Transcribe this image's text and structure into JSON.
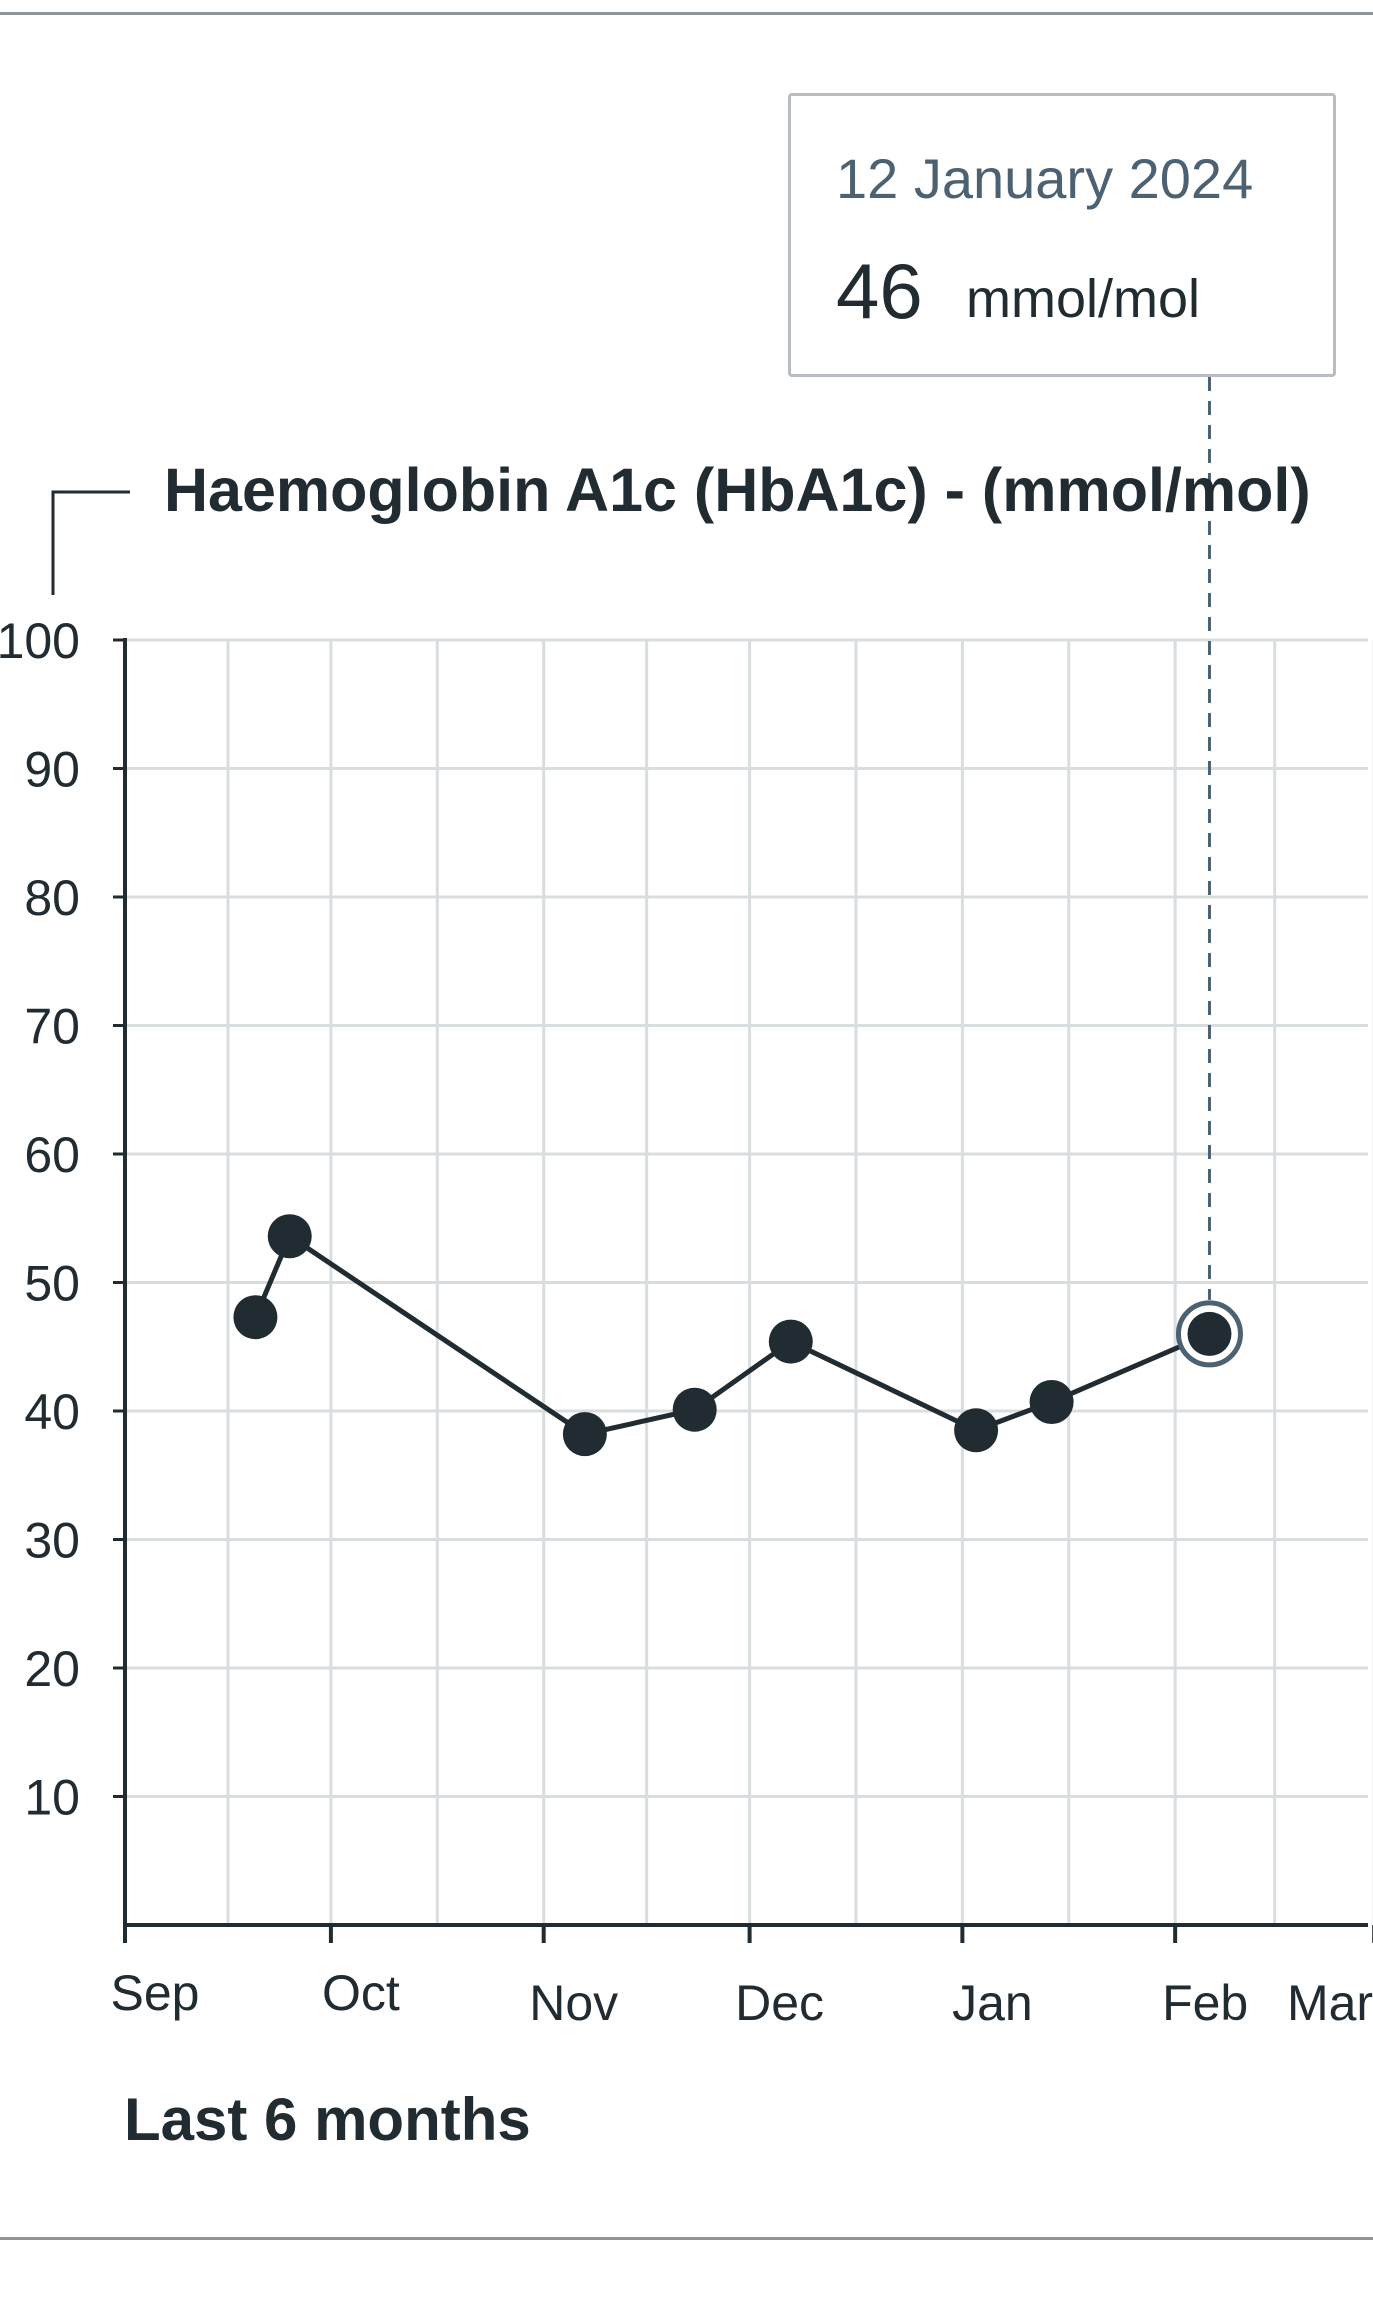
{
  "chart_data": {
    "type": "line",
    "title": "Haemoglobin A1c (HbA1c) - (mmol/mol)",
    "xlabel": "",
    "ylabel": "",
    "ylim": [
      0,
      100
    ],
    "yticks": [
      10,
      20,
      30,
      40,
      50,
      60,
      70,
      80,
      90,
      100
    ],
    "xlim": [
      "2023-09-01",
      "2024-03-01"
    ],
    "xticks": [
      {
        "label": "Sep",
        "date": "2023-09-01"
      },
      {
        "label": "Oct",
        "date": "2023-10-01"
      },
      {
        "label": "Nov",
        "date": "2023-11-01"
      },
      {
        "label": "Dec",
        "date": "2023-12-01"
      },
      {
        "label": "Jan",
        "date": "2024-01-01"
      },
      {
        "label": "Feb",
        "date": "2024-02-01"
      },
      {
        "label": "Mar",
        "date": "2024-03-01"
      }
    ],
    "grid": true,
    "series": [
      {
        "points": [
          {
            "x": "2023-09-20",
            "y": 47.3
          },
          {
            "x": "2023-09-25",
            "y": 53.6
          },
          {
            "x": "2023-11-07",
            "y": 38.2
          },
          {
            "x": "2023-11-23",
            "y": 40.1
          },
          {
            "x": "2023-12-07",
            "y": 45.4
          },
          {
            "x": "2024-01-03",
            "y": 38.5
          },
          {
            "x": "2024-01-14",
            "y": 40.7
          },
          {
            "x": "2024-02-06",
            "y": 46.0
          }
        ]
      }
    ],
    "highlighted_index": 7
  },
  "tooltip": {
    "date": "12 January 2024",
    "value": "46",
    "unit": "mmol/mol"
  },
  "range_label": "Last 6 months",
  "colors": {
    "line": "#212b32",
    "grid": "#d8dde0",
    "axis": "#212b32",
    "highlight_ring": "#4c6272",
    "rule": "#8f959b"
  }
}
